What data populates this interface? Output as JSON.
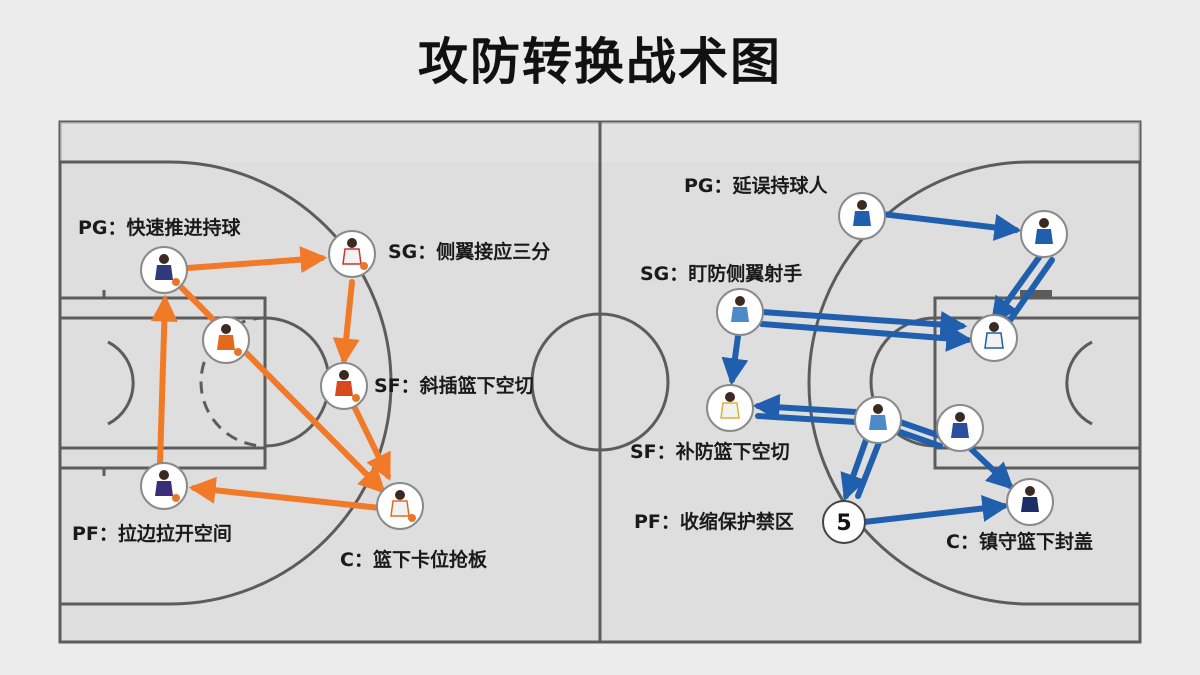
{
  "title": "攻防转换战术图",
  "colors": {
    "offense": "#f07a28",
    "defense": "#1f5fae",
    "court": "#dedede",
    "lines": "#5c5c5c"
  },
  "offense": {
    "players": [
      {
        "id": "pg",
        "label": "PG：快速推进持球"
      },
      {
        "id": "sg",
        "label": "SG：侧翼接应三分"
      },
      {
        "id": "sf",
        "label": "SF：斜插篮下空切"
      },
      {
        "id": "c",
        "label": "C：篮下卡位抢板"
      },
      {
        "id": "pf",
        "label": "PF：拉边拉开空间"
      },
      {
        "id": "o6",
        "label": ""
      }
    ]
  },
  "defense": {
    "players": [
      {
        "id": "pg",
        "label": "PG：延误持球人"
      },
      {
        "id": "sg",
        "label": "SG：盯防侧翼射手"
      },
      {
        "id": "sf",
        "label": "SF：补防篮下空切"
      },
      {
        "id": "pf",
        "label": "PF：收缩保护禁区"
      },
      {
        "id": "c",
        "label": "C：镇守篮下封盖"
      }
    ],
    "pf_marker": "5"
  }
}
